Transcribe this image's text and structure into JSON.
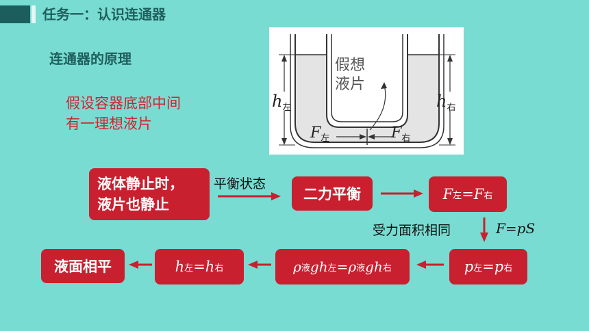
{
  "header": {
    "title": "任务一：认识连通器"
  },
  "section": {
    "subtitle": "连通器的原理"
  },
  "hypothesis": {
    "line1": "假设容器底部中间",
    "line2": "有一理想液片"
  },
  "diagram": {
    "label_piece": [
      "假想",
      "液片"
    ],
    "h": "h",
    "F": "F",
    "left": "左",
    "right": "右"
  },
  "flow": {
    "box1": {
      "line1": "液体静止时，",
      "line2": "液片也静止"
    },
    "arrow1_label": "平衡状态",
    "box2": "二力平衡",
    "box3": {
      "a": "F",
      "a_sub": "左",
      "eq": "=",
      "b": "F",
      "b_sub": "右"
    },
    "arrow3_label": "受力面积相同",
    "formula": "F=pS",
    "box4": {
      "a": "p",
      "a_sub": "左",
      "eq": "=",
      "b": "p",
      "b_sub": "右"
    },
    "box5": {
      "rho": "ρ",
      "rho_sub": "液",
      "gh": "gh",
      "left": "左",
      "eq": "=",
      "right": "右"
    },
    "box6": {
      "a": "h",
      "a_sub": "左",
      "eq": "=",
      "b": "h",
      "b_sub": "右"
    },
    "box7": "液面相平"
  },
  "colors": {
    "background": "#78dcd2",
    "accent": "#c8202f",
    "title": "#1f5f5c"
  }
}
